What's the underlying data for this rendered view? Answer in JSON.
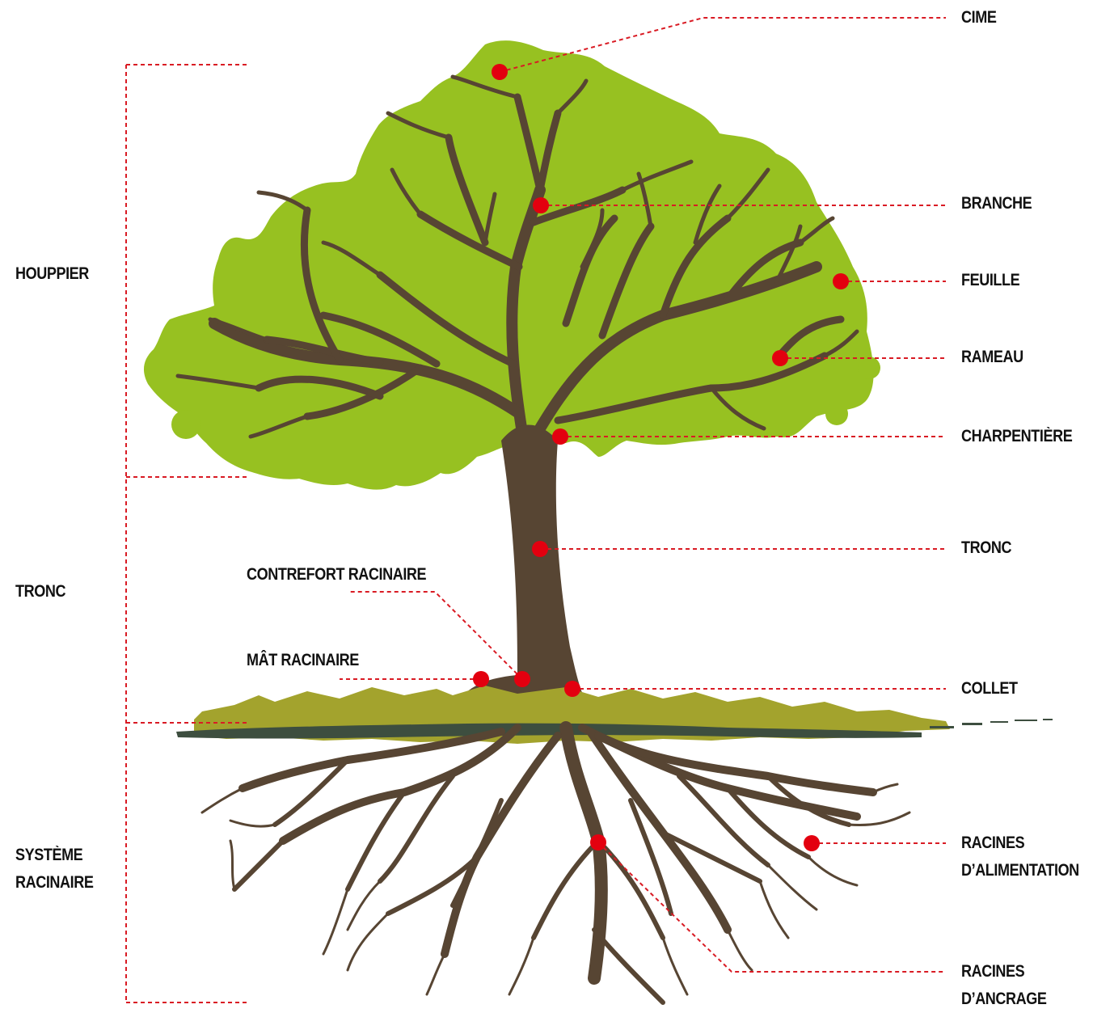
{
  "colors": {
    "leaf": "#97c121",
    "wood": "#574533",
    "grass": "#a3a32d",
    "soil": "#3d4e3f",
    "marker": "#e3000f",
    "dash": "#d91b24"
  },
  "sections": {
    "houppier": "HOUPPIER",
    "tronc": "TRONC",
    "systeme_line1": "SYSTÈME",
    "systeme_line2": "RACINAIRE"
  },
  "labels": {
    "cime": "CIME",
    "branche": "BRANCHE",
    "feuille": "FEUILLE",
    "rameau": "RAMEAU",
    "charpentiere": "CHARPENTIÈRE",
    "tronc": "TRONC",
    "contrefort": "CONTREFORT RACINAIRE",
    "mat": "MÂT RACINAIRE",
    "collet": "COLLET",
    "alim_line1": "RACINES",
    "alim_line2": "D’ALIMENTATION",
    "ancrage_line1": "RACINES",
    "ancrage_line2": "D’ANCRAGE"
  }
}
